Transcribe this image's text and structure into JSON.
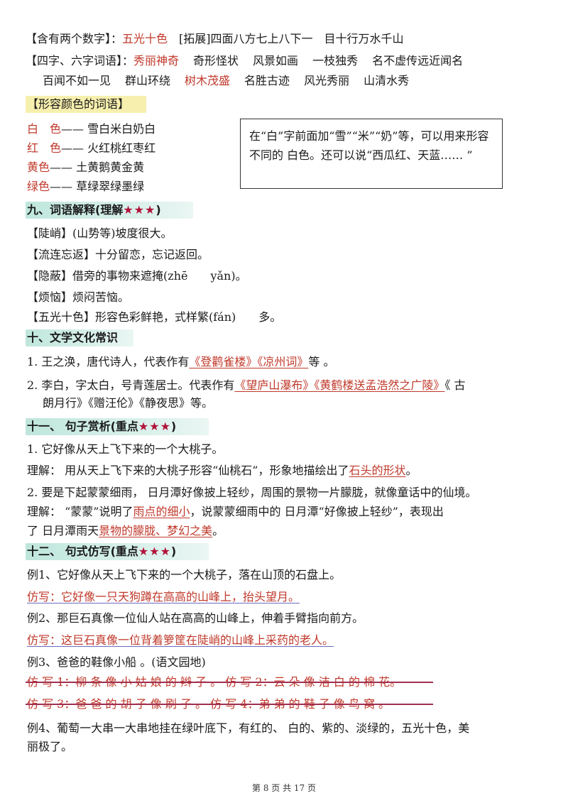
{
  "digits": {
    "label": "【含有两个数字】：",
    "word": "五光十色",
    "ext_label": "[拓展]",
    "ext": "四面八方七上八下一　目十行万水千山"
  },
  "four_six": {
    "label": "【四字、六字词语】：",
    "words": [
      "秀丽神奇",
      "奇形怪状",
      "风景如画",
      "一枝独秀",
      "名不虚传远近闻名"
    ],
    "words2": [
      "百闻不如一见",
      "群山环绕",
      "树木茂盛",
      "名胜古迹",
      "风光秀丽",
      "山清水秀"
    ]
  },
  "color_words": {
    "heading": "【形容颜色的词语】",
    "rows": [
      {
        "key": "白　色",
        "dash": "——",
        "value": "雪白米白奶白"
      },
      {
        "key": "红　色",
        "dash": "——",
        "value": "火红桃红枣红"
      },
      {
        "key": "黄色",
        "dash": "——",
        "value": "土黄鹅黄金黄"
      },
      {
        "key": "绿色",
        "dash": "——",
        "value": "草绿翠绿墨绿"
      }
    ],
    "note": "在“白”字前面加“雪”“米”“奶”等，可以用来形容不同的 白色。还可以说“西瓜红、天蓝…… ”"
  },
  "sec9": {
    "title": "九、词语解释(理解",
    "stars": "★★★",
    "close": ")",
    "items": [
      {
        "term": "【陡峭】",
        "def": "(山势等)坡度很大。"
      },
      {
        "term": "【流连忘返】",
        "def": "十分留恋，忘记返回。"
      },
      {
        "term": "【隐蔽】",
        "def": "借旁的事物来遮掩(zhē　　yǎn)。"
      },
      {
        "term": "【烦恼】",
        "def": "烦闷苦恼。"
      },
      {
        "term": "【五光十色】",
        "def": "形容色彩鲜艳，式样繁(fán)　　多。"
      }
    ]
  },
  "sec10": {
    "title": "十、文学文化常识",
    "item1_pre": "1.  王之涣，唐代诗人，代表作有",
    "item1_works": "《登鹳雀楼》《凉州词》",
    "item1_post": "等 。",
    "item2_pre": "2.  李白，字太白，号青莲居士。代表作有",
    "item2_works": "《望庐山瀑布》《黄鹤楼送孟浩然之广陵》",
    "item2_post": "《 古",
    "item2_line2": "朗月行》《赠汪伦》《静夜思》等。"
  },
  "sec11": {
    "title": "十一、 句子赏析(重点",
    "stars": "★★★",
    "close": ")",
    "s1": "1.  它好像从天上飞下来的一个大桃子。",
    "a1_pre": "理解： 用从天上飞下来的大桃子形容“仙桃石”，形象地描绘出了",
    "a1_key": "石头的形状",
    "a1_post": "。",
    "s2": "2.  要是下起蒙蒙细雨， 日月潭好像披上轻纱，周围的景物一片朦胧，就像童话中的仙境。",
    "a2_pre": "理解：  “蒙蒙”说明了",
    "a2_key": "雨点的细小",
    "a2_post": "，说蒙蒙细雨中的 日月潭“好像披上轻纱”，表现出",
    "a2_line2_pre": "了 日月潭雨天",
    "a2_line2_key": "景物的朦胧、梦幻之美",
    "a2_line2_post": "。"
  },
  "sec12": {
    "title": "十二、 句式仿写(重点",
    "stars": "★★★",
    "close": ")",
    "ex1": "例1、它好像从天上飞下来的一个大桃子，落在山顶的石盘上。",
    "imit1": "仿写：它好像一只天狗蹲在高高的山峰上，抬头望月。",
    "ex2": "例2、那巨石真像一位仙人站在高高的山峰上，伸着手臂指向前方。",
    "imit2": "仿写：这巨石真像一位背着箩筐在陡峭的山峰上采药的老人。",
    "ex3": "例3、爸爸的鞋像小船 。(语文园地)",
    "imit3": "仿 写 1：柳 条 像 小 姑 娘 的 辫 子 。 仿 写 2：云 朵 像 洁 白 的 棉 花。",
    "imit4": "仿 写 3：爸 爸 的 胡 子 像 刷 子 。 仿 写 4：弟 弟 的 鞋 子 像 鸟 窝 。",
    "ex4": "例4、葡萄一大串一大串地挂在绿叶底下，有红的、 白的、紫的、淡绿的，五光十色，美",
    "ex4_line2": "丽极了。"
  },
  "footer": "第 8 页 共 17 页",
  "colors": {
    "accent_red": "#c0392b",
    "header_green": "#bfe6dc",
    "box_yellow": "#f7efae",
    "star": "#b0133a"
  }
}
